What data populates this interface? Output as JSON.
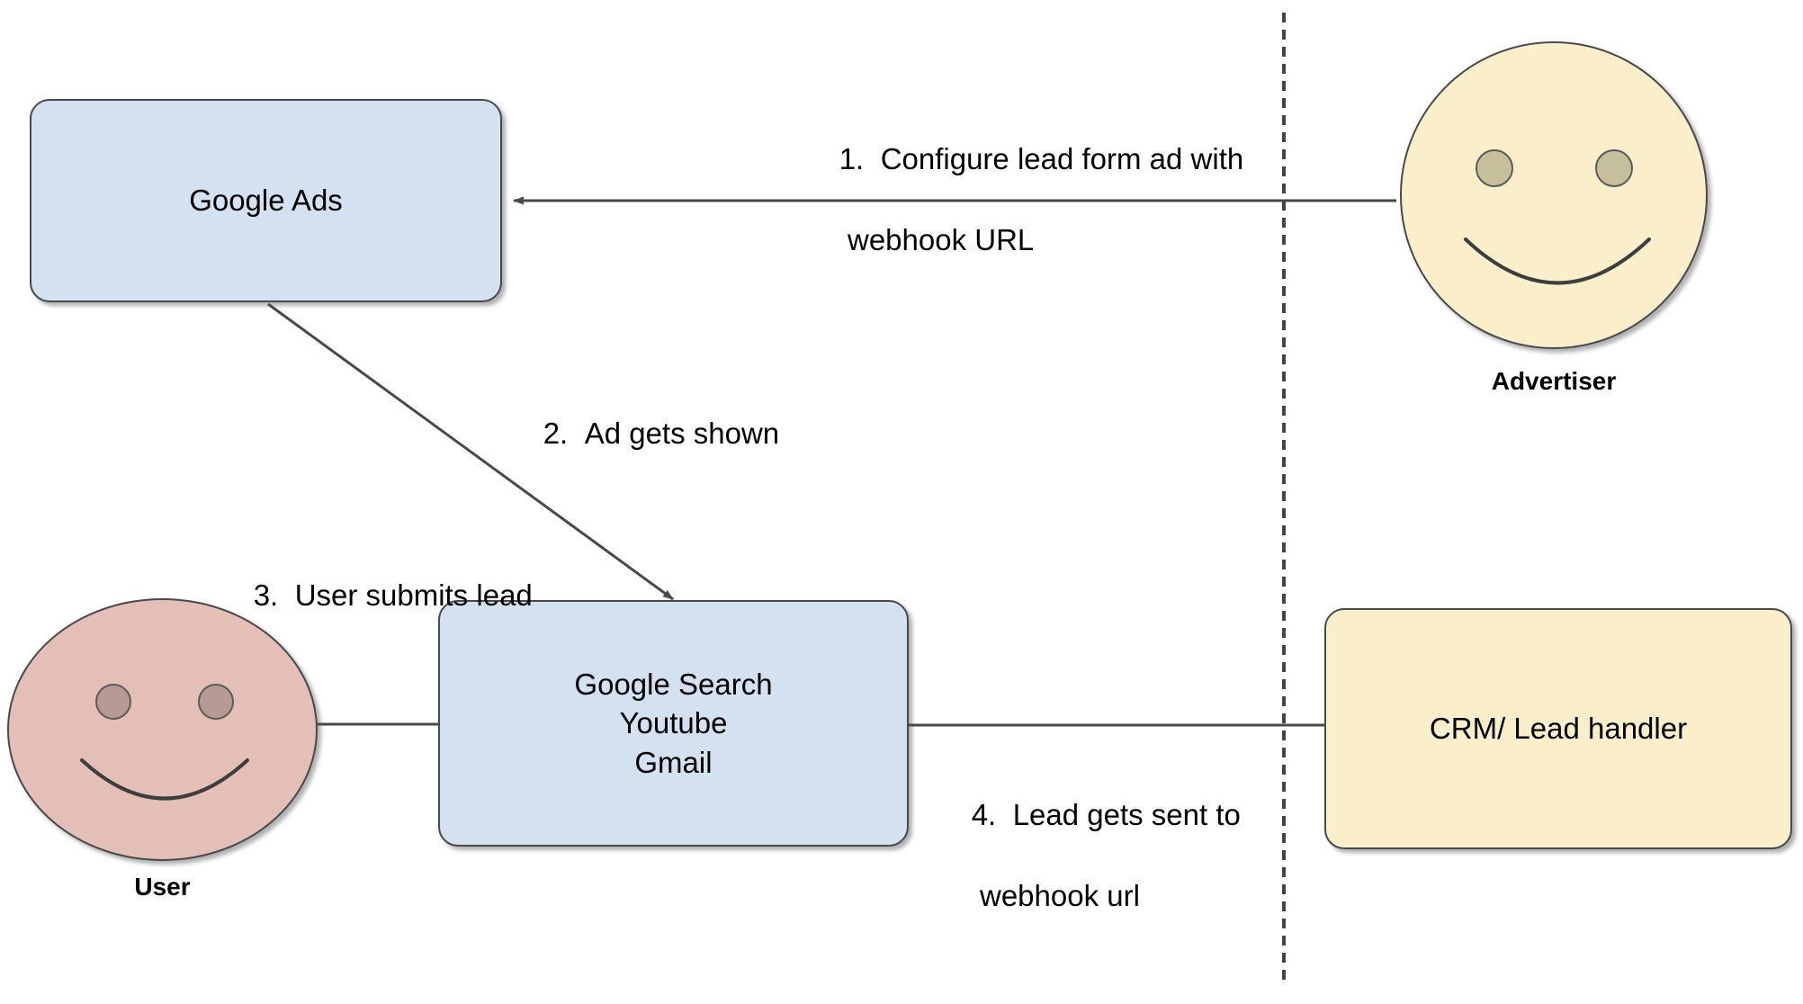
{
  "diagram": {
    "title": "Google Ads lead form webhook flow",
    "colors": {
      "box_blue": "#d4e1f0",
      "box_yellow": "#faeecb",
      "face_advertiser": "#fbefcb",
      "face_user": "#e3bfb7",
      "eye_advertiser": "#c6bf9c",
      "eye_user": "#b79a93",
      "stroke": "#49494d",
      "divider": "#444444",
      "background": "#ffffff"
    },
    "nodes": {
      "google_ads": {
        "label": "Google Ads"
      },
      "google_surfaces": {
        "line1": "Google Search",
        "line2": "Youtube",
        "line3": "Gmail"
      },
      "crm": {
        "label": "CRM/ Lead handler"
      }
    },
    "actors": {
      "advertiser": {
        "caption": "Advertiser",
        "icon": "smiley-face"
      },
      "user": {
        "caption": "User",
        "icon": "smiley-face"
      }
    },
    "steps": [
      {
        "number": "1.",
        "line1": "Configure lead form ad with",
        "line2": "webhook URL"
      },
      {
        "number": "2.",
        "line1": "Ad gets shown",
        "line2": ""
      },
      {
        "number": "3.",
        "line1": "User submits lead",
        "line2": ""
      },
      {
        "number": "4.",
        "line1": "Lead gets sent to",
        "line2": "webhook url"
      }
    ],
    "divider": {
      "style": "dashed",
      "orientation": "vertical"
    }
  }
}
